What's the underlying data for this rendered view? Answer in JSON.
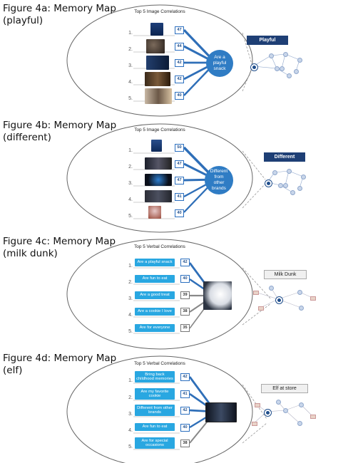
{
  "figures": [
    {
      "title": "Figure 4a: Memory Map\n(playful)",
      "heading": "Top 5 Image Correlations",
      "numbers": [
        "1.",
        "2.",
        "3.",
        "4.",
        "5."
      ],
      "scores": [
        "47",
        "44",
        "42",
        "42",
        "40"
      ],
      "hub": "Are a\nplayful\nsnack",
      "map_label": "Playful"
    },
    {
      "title": "Figure 4b: Memory Map\n(different)",
      "heading": "Top 5 Image Correlations",
      "numbers": [
        "1.",
        "2.",
        "3.",
        "4.",
        "5."
      ],
      "scores": [
        "50",
        "47",
        "47",
        "41",
        "40"
      ],
      "hub": "Different\nfrom\nother\nbrands",
      "map_label": "Different"
    },
    {
      "title": "Figure 4c: Memory Map\n(milk dunk)",
      "heading": "Top 5 Verbal Correlations",
      "numbers": [
        "1.",
        "2.",
        "3.",
        "4.",
        "5."
      ],
      "items": [
        "Are a playful snack",
        "Are fun to eat",
        "Are a good treat",
        "Are a cookie I love",
        "Are for everyone"
      ],
      "scores": [
        "42",
        "40",
        "39",
        "38",
        "35"
      ],
      "map_label": "Milk Dunk"
    },
    {
      "title": "Figure 4d: Memory Map\n(elf)",
      "heading": "Top 5 Verbal Correlations",
      "numbers": [
        "1.",
        "2.",
        "3.",
        "4.",
        "5."
      ],
      "items": [
        "Bring back\nchildhood memories",
        "Are my favorite\ncookie",
        "Different from other\nbrands",
        "Are fun to eat",
        "Are for special\noccasions"
      ],
      "scores": [
        "42",
        "41",
        "42",
        "40",
        "38"
      ],
      "map_label": "Elf at store"
    }
  ],
  "colors": {
    "accent_blue": "#2f7cc4",
    "dark_blue": "#1e3f75",
    "pill_blue": "#29a7e1",
    "line_gray": "#888888"
  }
}
